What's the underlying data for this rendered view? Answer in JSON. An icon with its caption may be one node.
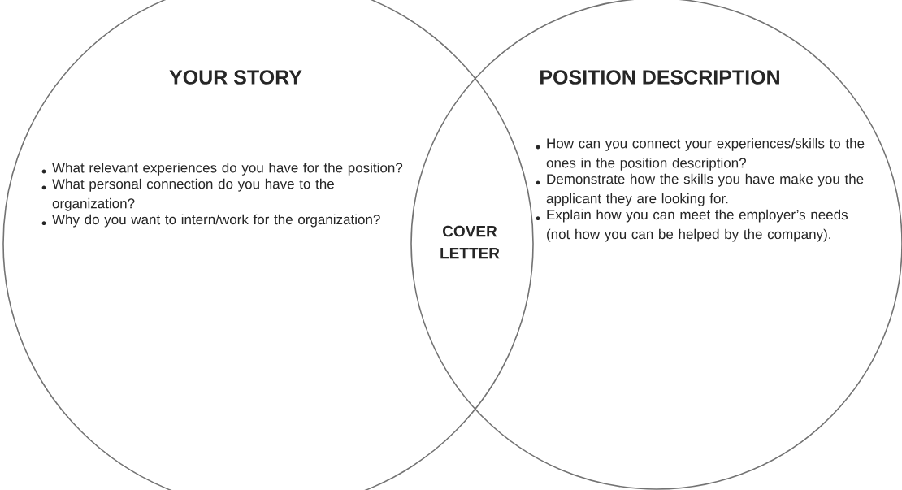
{
  "diagram": {
    "nodes": [
      {
        "text": [
          "YOUR STORY",
          "What relevant experiences do you have for the position?",
          "What personal connection do you have to the organization?",
          "Why do you want to intern/work for the organization?"
        ]
      },
      {
        "text": [
          "POSITION DESCRIPTION",
          "How can you connect your experiences/skills to the ones in the position description?",
          "Demonstrate how the skills you have make you the applicant they are looking for.",
          "Explain how you can meet the employer’s needs (not how you can be helped by the company)."
        ]
      }
    ],
    "labels": [
      "COVER LETTER"
    ]
  }
}
